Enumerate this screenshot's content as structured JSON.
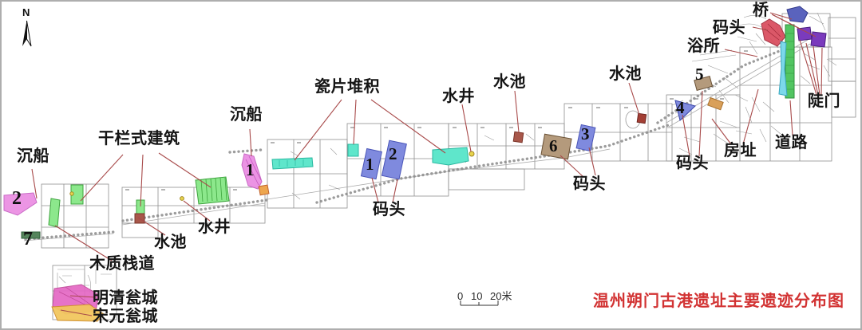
{
  "title": {
    "text": "温州朔门古港遗址主要遗迹分布图"
  },
  "compass": {
    "letter": "N"
  },
  "scale_bar": {
    "tick0": "0",
    "tick1": "10",
    "tick2": "20米"
  },
  "labels": {
    "shipwreck_left": "沉船",
    "stilt_building": "干栏式建筑",
    "shipwreck_mid": "沉船",
    "porcelain_deposit": "瓷片堆积",
    "well_mid": "水井",
    "pool_mid": "水池",
    "wooden_walkway": "木质栈道",
    "mingqing_barbican": "明清瓮城",
    "songyuan_barbican": "宋元瓮城",
    "well_d": "水井",
    "pool_d": "水池",
    "wharf_c": "码头",
    "wharf_d": "码头",
    "pool_e": "水池",
    "wharf_e_top": "码头",
    "bath_house": "浴所",
    "bridge": "桥",
    "sluice_gate": "陡门",
    "house_site": "房址",
    "road": "道路",
    "wharf_e_bottom": "码头"
  },
  "markers": {
    "ship_1": "1",
    "ship_2": "2",
    "walkway_7": "7",
    "wharf_1": "1",
    "wharf_2": "2",
    "wharf_3": "3",
    "wharf_4": "4",
    "wharf_5": "5",
    "wharf_6": "6"
  },
  "colors": {
    "title_red": "#d23333",
    "leader_line": "#a84a4a",
    "shipwreck_pink": "#ea8ae2",
    "building_green": "#8ce88c",
    "walkway_darkgreen": "#55855c",
    "porcelain_cyan": "#5fe6cb",
    "wharf_blue": "#7f8ade",
    "wharf_brown": "#b49a7c",
    "pool_brown": "#a8574a",
    "pool_darkred": "#a33f35",
    "well_yellow": "#e8d44e",
    "barbican_pink": "#e468c4",
    "barbican_yellow": "#f2c75e",
    "wharf_red": "#d84a5c",
    "bridge_blue": "#5a63bd",
    "sluice_purple": "#7b3bbd",
    "road_green": "#52c562",
    "stream_cyan": "#7cd8ea",
    "grid_gray": "#8f8f8f"
  }
}
